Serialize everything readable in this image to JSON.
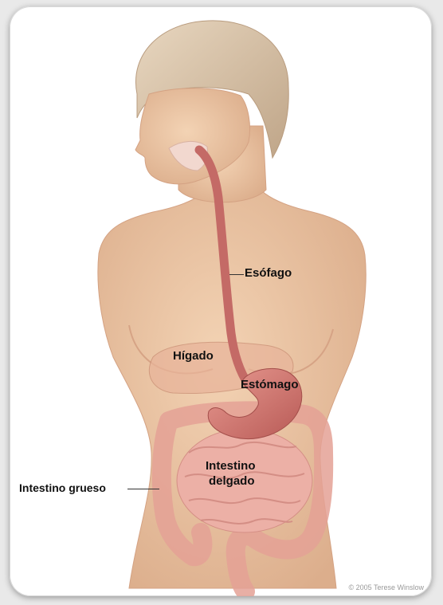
{
  "figure": {
    "labels": {
      "esophagus": "Esófago",
      "liver": "Hígado",
      "stomach": "Estómago",
      "small_intestine_line1": "Intestino",
      "small_intestine_line2": "delgado",
      "large_intestine": "Intestino grueso"
    },
    "credit": "© 2005 Terese Winslow"
  },
  "colors": {
    "background": "#ffffff",
    "skin": "#efcaa8",
    "skin_shadow": "#d9a888",
    "hair": "#d9c4a9",
    "esophagus": "#c46a66",
    "stomach": "#d98079",
    "intestine": "#eaa79d",
    "liver": "#e8b49a"
  }
}
